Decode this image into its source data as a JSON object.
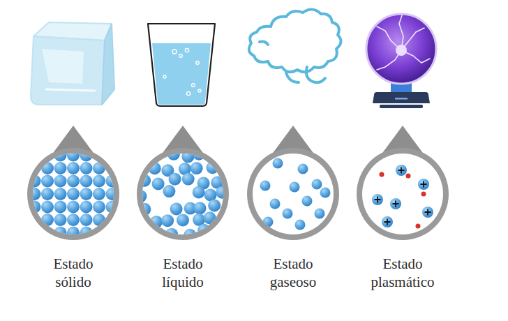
{
  "diagram": {
    "labels": [
      "Estado sólido",
      "Estado líquido",
      "Estado gaseoso",
      "Estado plasmático"
    ]
  }
}
